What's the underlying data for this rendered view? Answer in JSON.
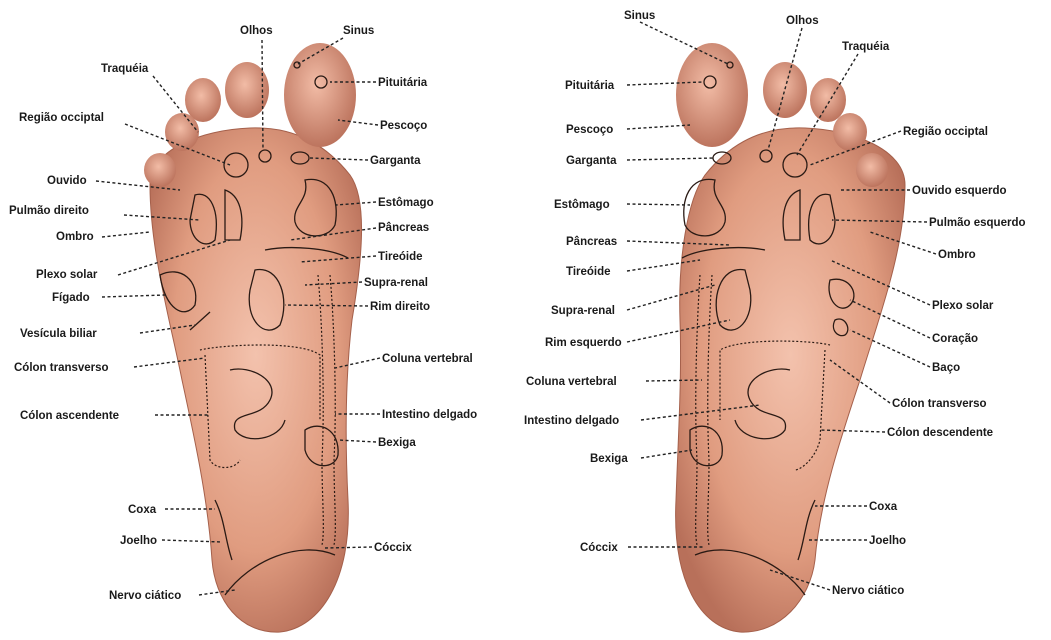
{
  "colors": {
    "skin_light": "#f0b49c",
    "skin_mid": "#d98f74",
    "skin_dark": "#a8624c",
    "outline": "#2a1a14"
  },
  "left_foot": {
    "labels": [
      "Olhos",
      "Sinus",
      "Traquéia",
      "Pituitária",
      "Região occiptal",
      "Pescoço",
      "Garganta",
      "Ouvido",
      "Estômago",
      "Pulmão direito",
      "Pâncreas",
      "Ombro",
      "Tireóide",
      "Plexo solar",
      "Supra-renal",
      "Fígado",
      "Rim direito",
      "Vesícula biliar",
      "Coluna vertebral",
      "Cólon transverso",
      "Intestino delgado",
      "Cólon ascendente",
      "Bexiga",
      "Coxa",
      "Joelho",
      "Cóccix",
      "Nervo ciático"
    ]
  },
  "right_foot": {
    "labels": [
      "Sinus",
      "Olhos",
      "Traquéia",
      "Pituitária",
      "Pescoço",
      "Região occiptal",
      "Garganta",
      "Estômago",
      "Ouvido esquerdo",
      "Pulmão esquerdo",
      "Pâncreas",
      "Ombro",
      "Tireóide",
      "Plexo solar",
      "Supra-renal",
      "Coração",
      "Rim esquerdo",
      "Baço",
      "Coluna vertebral",
      "Cólon transverso",
      "Intestino delgado",
      "Cólon descendente",
      "Bexiga",
      "Coxa",
      "Joelho",
      "Cóccix",
      "Nervo ciático"
    ]
  }
}
